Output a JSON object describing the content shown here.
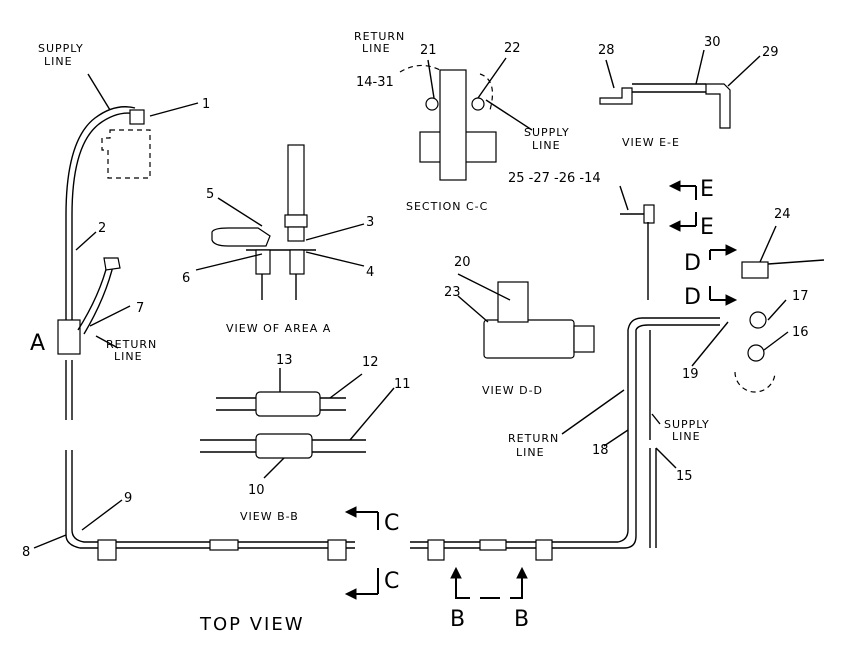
{
  "labels": {
    "supply_line_top": [
      "SUPPLY",
      "LINE"
    ],
    "return_line_left": [
      "RETURN",
      "LINE"
    ],
    "return_line_cc": [
      "RETURN",
      "LINE"
    ],
    "supply_line_cc": [
      "SUPPLY",
      "LINE"
    ],
    "supply_line_right": [
      "SUPPLY",
      "LINE"
    ],
    "return_line_right": [
      "RETURN",
      "LINE"
    ]
  },
  "callouts": {
    "c1": "1",
    "c2": "2",
    "c3": "3",
    "c4": "4",
    "c5": "5",
    "c6": "6",
    "c7": "7",
    "c8": "8",
    "c9": "9",
    "c10": "10",
    "c11": "11",
    "c12": "12",
    "c13": "13",
    "c14_31": "14-31",
    "c15": "15",
    "c16": "16",
    "c17": "17",
    "c18": "18",
    "c19": "19",
    "c20": "20",
    "c21": "21",
    "c22": "22",
    "c23": "23",
    "c24": "24",
    "c25_group": "25 -27 -26 -14",
    "c28": "28",
    "c29": "29",
    "c30": "30"
  },
  "views": {
    "area_a": "VIEW OF AREA A",
    "bb": "VIEW B-B",
    "cc": "SECTION C-C",
    "dd": "VIEW D-D",
    "ee": "VIEW E-E",
    "top": "TOP VIEW"
  },
  "section_letters": {
    "a": "A",
    "b1": "B",
    "b2": "B",
    "c1": "C",
    "c2": "C",
    "d1": "D",
    "d2": "D",
    "e1": "E",
    "e2": "E"
  }
}
